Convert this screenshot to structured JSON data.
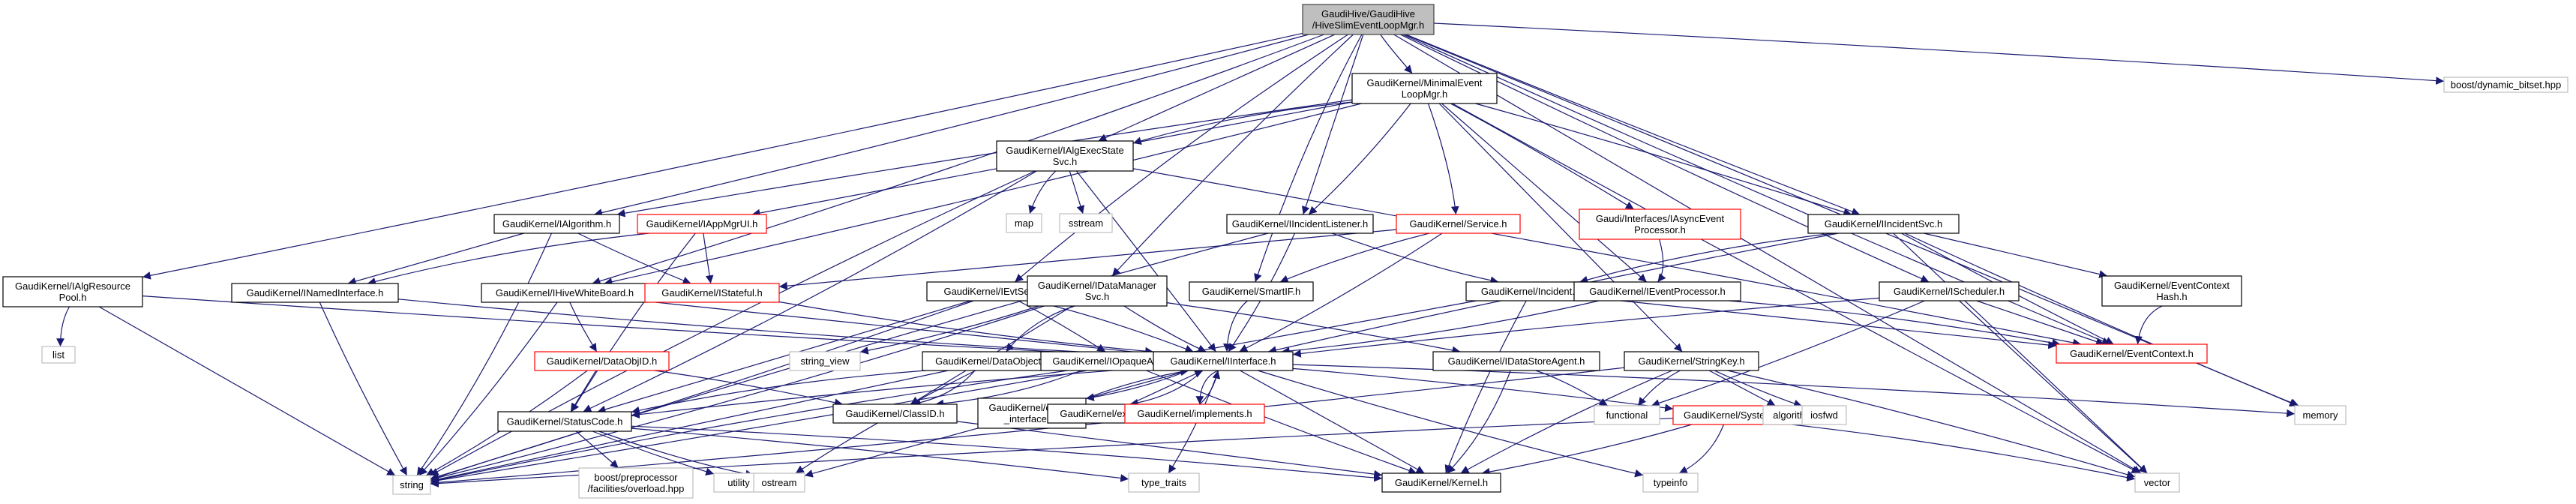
{
  "title": "GaudiHive/GaudiHive/HiveSlimEventLoopMgr.h include dependency graph",
  "colors": {
    "edge": "#191970",
    "root_fill": "#bfbfbf",
    "root_border": "#404040",
    "documented_border": "#000000",
    "truncated_border": "#ff0000",
    "system_border": "#bfbfbf"
  },
  "nodes": [
    {
      "id": "root",
      "kind": "root",
      "lines": [
        "GaudiHive/GaudiHive",
        "/HiveSlimEventLoopMgr.h"
      ]
    },
    {
      "id": "MinimalEventLoopMgr",
      "kind": "doc",
      "lines": [
        "GaudiKernel/MinimalEvent",
        "LoopMgr.h"
      ]
    },
    {
      "id": "boost_dynamic_bitset",
      "kind": "sys",
      "lines": [
        "boost/dynamic_bitset.hpp"
      ]
    },
    {
      "id": "IAlgExecStateSvc",
      "kind": "doc",
      "lines": [
        "GaudiKernel/IAlgExecState",
        "Svc.h"
      ]
    },
    {
      "id": "map",
      "kind": "sys",
      "lines": [
        "map"
      ]
    },
    {
      "id": "sstream",
      "kind": "sys",
      "lines": [
        "sstream"
      ]
    },
    {
      "id": "IAlgorithm",
      "kind": "doc",
      "lines": [
        "GaudiKernel/IAlgorithm.h"
      ]
    },
    {
      "id": "IAppMgrUI",
      "kind": "trunc",
      "lines": [
        "GaudiKernel/IAppMgrUI.h"
      ]
    },
    {
      "id": "IIncidentListener",
      "kind": "doc",
      "lines": [
        "GaudiKernel/IIncidentListener.h"
      ]
    },
    {
      "id": "Service",
      "kind": "trunc",
      "lines": [
        "GaudiKernel/Service.h"
      ]
    },
    {
      "id": "IAsyncEventProcessor",
      "kind": "trunc",
      "lines": [
        "Gaudi/Interfaces/IAsyncEvent",
        "Processor.h"
      ]
    },
    {
      "id": "IIncidentSvc",
      "kind": "doc",
      "lines": [
        "GaudiKernel/IIncidentSvc.h"
      ]
    },
    {
      "id": "IAlgResourcePool",
      "kind": "doc",
      "lines": [
        "GaudiKernel/IAlgResource",
        "Pool.h"
      ]
    },
    {
      "id": "list",
      "kind": "sys",
      "lines": [
        "list"
      ]
    },
    {
      "id": "INamedInterface",
      "kind": "doc",
      "lines": [
        "GaudiKernel/INamedInterface.h"
      ]
    },
    {
      "id": "IHiveWhiteBoard",
      "kind": "doc",
      "lines": [
        "GaudiKernel/IHiveWhiteBoard.h"
      ]
    },
    {
      "id": "IStateful",
      "kind": "trunc",
      "lines": [
        "GaudiKernel/IStateful.h"
      ]
    },
    {
      "id": "IEvtSelector",
      "kind": "doc",
      "lines": [
        "GaudiKernel/IEvtSelector.h"
      ]
    },
    {
      "id": "IDataManagerSvc",
      "kind": "doc",
      "lines": [
        "GaudiKernel/IDataManager",
        "Svc.h"
      ]
    },
    {
      "id": "SmartIF",
      "kind": "doc",
      "lines": [
        "GaudiKernel/SmartIF.h"
      ]
    },
    {
      "id": "Incident",
      "kind": "doc",
      "lines": [
        "GaudiKernel/Incident.h"
      ]
    },
    {
      "id": "IEventProcessor",
      "kind": "doc",
      "lines": [
        "GaudiKernel/IEventProcessor.h"
      ]
    },
    {
      "id": "IScheduler",
      "kind": "doc",
      "lines": [
        "GaudiKernel/IScheduler.h"
      ]
    },
    {
      "id": "EventContextHash",
      "kind": "doc",
      "lines": [
        "GaudiKernel/EventContext",
        "Hash.h"
      ]
    },
    {
      "id": "DataObjID",
      "kind": "trunc",
      "lines": [
        "GaudiKernel/DataObjID.h"
      ]
    },
    {
      "id": "string_view",
      "kind": "sys",
      "lines": [
        "string_view"
      ]
    },
    {
      "id": "DataObject",
      "kind": "doc",
      "lines": [
        "GaudiKernel/DataObject.h"
      ]
    },
    {
      "id": "IOpaqueAddress",
      "kind": "doc",
      "lines": [
        "GaudiKernel/IOpaqueAddress.h"
      ]
    },
    {
      "id": "IInterface",
      "kind": "doc",
      "lines": [
        "GaudiKernel/IInterface.h"
      ]
    },
    {
      "id": "IDataStoreAgent",
      "kind": "doc",
      "lines": [
        "GaudiKernel/IDataStoreAgent.h"
      ]
    },
    {
      "id": "StringKey",
      "kind": "doc",
      "lines": [
        "GaudiKernel/StringKey.h"
      ]
    },
    {
      "id": "EventContext",
      "kind": "trunc",
      "lines": [
        "GaudiKernel/EventContext.h"
      ]
    },
    {
      "id": "StatusCode",
      "kind": "doc",
      "lines": [
        "GaudiKernel/StatusCode.h"
      ]
    },
    {
      "id": "ClassID",
      "kind": "doc",
      "lines": [
        "GaudiKernel/ClassID.h"
      ]
    },
    {
      "id": "extend_interfaces",
      "kind": "doc",
      "lines": [
        "GaudiKernel/extend",
        "_interfaces.h"
      ]
    },
    {
      "id": "extends",
      "kind": "doc",
      "lines": [
        "GaudiKernel/extends.h"
      ]
    },
    {
      "id": "implements",
      "kind": "trunc",
      "lines": [
        "GaudiKernel/implements.h"
      ]
    },
    {
      "id": "functional",
      "kind": "sys",
      "lines": [
        "functional"
      ]
    },
    {
      "id": "System",
      "kind": "trunc",
      "lines": [
        "GaudiKernel/System.h"
      ]
    },
    {
      "id": "algorithm",
      "kind": "sys",
      "lines": [
        "algorithm"
      ]
    },
    {
      "id": "iosfwd",
      "kind": "sys",
      "lines": [
        "iosfwd"
      ]
    },
    {
      "id": "memory",
      "kind": "sys",
      "lines": [
        "memory"
      ]
    },
    {
      "id": "string",
      "kind": "sys",
      "lines": [
        "string"
      ]
    },
    {
      "id": "boost_overload",
      "kind": "sys",
      "lines": [
        "boost/preprocessor",
        "/facilities/overload.hpp"
      ]
    },
    {
      "id": "utility",
      "kind": "sys",
      "lines": [
        "utility"
      ]
    },
    {
      "id": "ostream",
      "kind": "sys",
      "lines": [
        "ostream"
      ]
    },
    {
      "id": "type_traits",
      "kind": "sys",
      "lines": [
        "type_traits"
      ]
    },
    {
      "id": "Kernel",
      "kind": "doc",
      "lines": [
        "GaudiKernel/Kernel.h"
      ]
    },
    {
      "id": "typeinfo",
      "kind": "sys",
      "lines": [
        "typeinfo"
      ]
    },
    {
      "id": "vector",
      "kind": "sys",
      "lines": [
        "vector"
      ]
    }
  ],
  "edges": [
    [
      "root",
      "MinimalEventLoopMgr"
    ],
    [
      "root",
      "boost_dynamic_bitset"
    ],
    [
      "root",
      "IAlgExecStateSvc"
    ],
    [
      "root",
      "IAlgResourcePool"
    ],
    [
      "root",
      "IHiveWhiteBoard"
    ],
    [
      "root",
      "IEvtSelector"
    ],
    [
      "root",
      "IDataManagerSvc"
    ],
    [
      "root",
      "IIncidentListener"
    ],
    [
      "root",
      "IIncidentSvc"
    ],
    [
      "root",
      "IScheduler"
    ],
    [
      "root",
      "SmartIF"
    ],
    [
      "root",
      "memory"
    ],
    [
      "root",
      "vector"
    ],
    [
      "root",
      "IAlgorithm"
    ],
    [
      "root",
      "EventContext"
    ],
    [
      "MinimalEventLoopMgr",
      "IAlgExecStateSvc"
    ],
    [
      "MinimalEventLoopMgr",
      "IAlgorithm"
    ],
    [
      "MinimalEventLoopMgr",
      "IAppMgrUI"
    ],
    [
      "MinimalEventLoopMgr",
      "IIncidentListener"
    ],
    [
      "MinimalEventLoopMgr",
      "Service"
    ],
    [
      "MinimalEventLoopMgr",
      "IAsyncEventProcessor"
    ],
    [
      "MinimalEventLoopMgr",
      "IIncidentSvc"
    ],
    [
      "MinimalEventLoopMgr",
      "IEventProcessor"
    ],
    [
      "MinimalEventLoopMgr",
      "IHiveWhiteBoard"
    ],
    [
      "MinimalEventLoopMgr",
      "vector"
    ],
    [
      "MinimalEventLoopMgr",
      "StringKey"
    ],
    [
      "IAlgExecStateSvc",
      "map"
    ],
    [
      "IAlgExecStateSvc",
      "sstream"
    ],
    [
      "IAlgExecStateSvc",
      "IInterface"
    ],
    [
      "IAlgExecStateSvc",
      "StatusCode"
    ],
    [
      "IAlgExecStateSvc",
      "string"
    ],
    [
      "IAlgExecStateSvc",
      "EventContext"
    ],
    [
      "IAlgorithm",
      "INamedInterface"
    ],
    [
      "IAlgorithm",
      "IStateful"
    ],
    [
      "IAlgorithm",
      "string"
    ],
    [
      "IAppMgrUI",
      "INamedInterface"
    ],
    [
      "IAppMgrUI",
      "StatusCode"
    ],
    [
      "IAppMgrUI",
      "IStateful"
    ],
    [
      "IIncidentListener",
      "IInterface"
    ],
    [
      "IIncidentListener",
      "Incident"
    ],
    [
      "IIncidentListener",
      "string"
    ],
    [
      "Service",
      "SmartIF"
    ],
    [
      "Service",
      "IStateful"
    ],
    [
      "Service",
      "IInterface"
    ],
    [
      "IAsyncEventProcessor",
      "IEventProcessor"
    ],
    [
      "IIncidentSvc",
      "Incident"
    ],
    [
      "IIncidentSvc",
      "IInterface"
    ],
    [
      "IIncidentSvc",
      "EventContextHash"
    ],
    [
      "IIncidentSvc",
      "EventContext"
    ],
    [
      "IIncidentSvc",
      "memory"
    ],
    [
      "IIncidentSvc",
      "vector"
    ],
    [
      "IAlgResourcePool",
      "list"
    ],
    [
      "IAlgResourcePool",
      "string"
    ],
    [
      "IAlgResourcePool",
      "IInterface"
    ],
    [
      "INamedInterface",
      "IInterface"
    ],
    [
      "INamedInterface",
      "string"
    ],
    [
      "IHiveWhiteBoard",
      "DataObjID"
    ],
    [
      "IHiveWhiteBoard",
      "IInterface"
    ],
    [
      "IHiveWhiteBoard",
      "string"
    ],
    [
      "IStateful",
      "IInterface"
    ],
    [
      "IEvtSelector",
      "IInterface"
    ],
    [
      "IEvtSelector",
      "IOpaqueAddress"
    ],
    [
      "IEvtSelector",
      "StatusCode"
    ],
    [
      "IEvtSelector",
      "string"
    ],
    [
      "IDataManagerSvc",
      "IInterface"
    ],
    [
      "IDataManagerSvc",
      "DataObject"
    ],
    [
      "IDataManagerSvc",
      "IDataStoreAgent"
    ],
    [
      "IDataManagerSvc",
      "ClassID"
    ],
    [
      "IDataManagerSvc",
      "string_view"
    ],
    [
      "IDataManagerSvc",
      "string"
    ],
    [
      "SmartIF",
      "IInterface"
    ],
    [
      "Incident",
      "Kernel"
    ],
    [
      "Incident",
      "EventContext"
    ],
    [
      "Incident",
      "string"
    ],
    [
      "IEventProcessor",
      "IInterface"
    ],
    [
      "IEventProcessor",
      "EventContext"
    ],
    [
      "IScheduler",
      "IInterface"
    ],
    [
      "IScheduler",
      "EventContext"
    ],
    [
      "IScheduler",
      "functional"
    ],
    [
      "IScheduler",
      "vector"
    ],
    [
      "EventContextHash",
      "EventContext"
    ],
    [
      "DataObjID",
      "ClassID"
    ],
    [
      "DataObjID",
      "StatusCode"
    ],
    [
      "DataObjID",
      "string"
    ],
    [
      "DataObject",
      "ClassID"
    ],
    [
      "DataObject",
      "StatusCode"
    ],
    [
      "DataObject",
      "ostream"
    ],
    [
      "DataObject",
      "string"
    ],
    [
      "IOpaqueAddress",
      "Kernel"
    ],
    [
      "IOpaqueAddress",
      "ClassID"
    ],
    [
      "IOpaqueAddress",
      "string"
    ],
    [
      "IInterface",
      "StatusCode"
    ],
    [
      "IInterface",
      "Kernel"
    ],
    [
      "IInterface",
      "extend_interfaces"
    ],
    [
      "IInterface",
      "extends"
    ],
    [
      "IInterface",
      "implements"
    ],
    [
      "IInterface",
      "System"
    ],
    [
      "IInterface",
      "ostream"
    ],
    [
      "IInterface",
      "type_traits"
    ],
    [
      "IInterface",
      "typeinfo"
    ],
    [
      "IInterface",
      "memory"
    ],
    [
      "extend_interfaces",
      "IInterface"
    ],
    [
      "extends",
      "IInterface"
    ],
    [
      "implements",
      "IInterface"
    ],
    [
      "IDataStoreAgent",
      "Kernel"
    ],
    [
      "IDataStoreAgent",
      "functional"
    ],
    [
      "StringKey",
      "functional"
    ],
    [
      "StringKey",
      "algorithm"
    ],
    [
      "StringKey",
      "iosfwd"
    ],
    [
      "StringKey",
      "string"
    ],
    [
      "StringKey",
      "vector"
    ],
    [
      "StringKey",
      "Kernel"
    ],
    [
      "StatusCode",
      "boost_overload"
    ],
    [
      "StatusCode",
      "utility"
    ],
    [
      "StatusCode",
      "ostream"
    ],
    [
      "StatusCode",
      "Kernel"
    ],
    [
      "StatusCode",
      "type_traits"
    ],
    [
      "ClassID",
      "Kernel"
    ],
    [
      "System",
      "Kernel"
    ],
    [
      "System",
      "typeinfo"
    ],
    [
      "System",
      "vector"
    ],
    [
      "System",
      "string"
    ]
  ]
}
